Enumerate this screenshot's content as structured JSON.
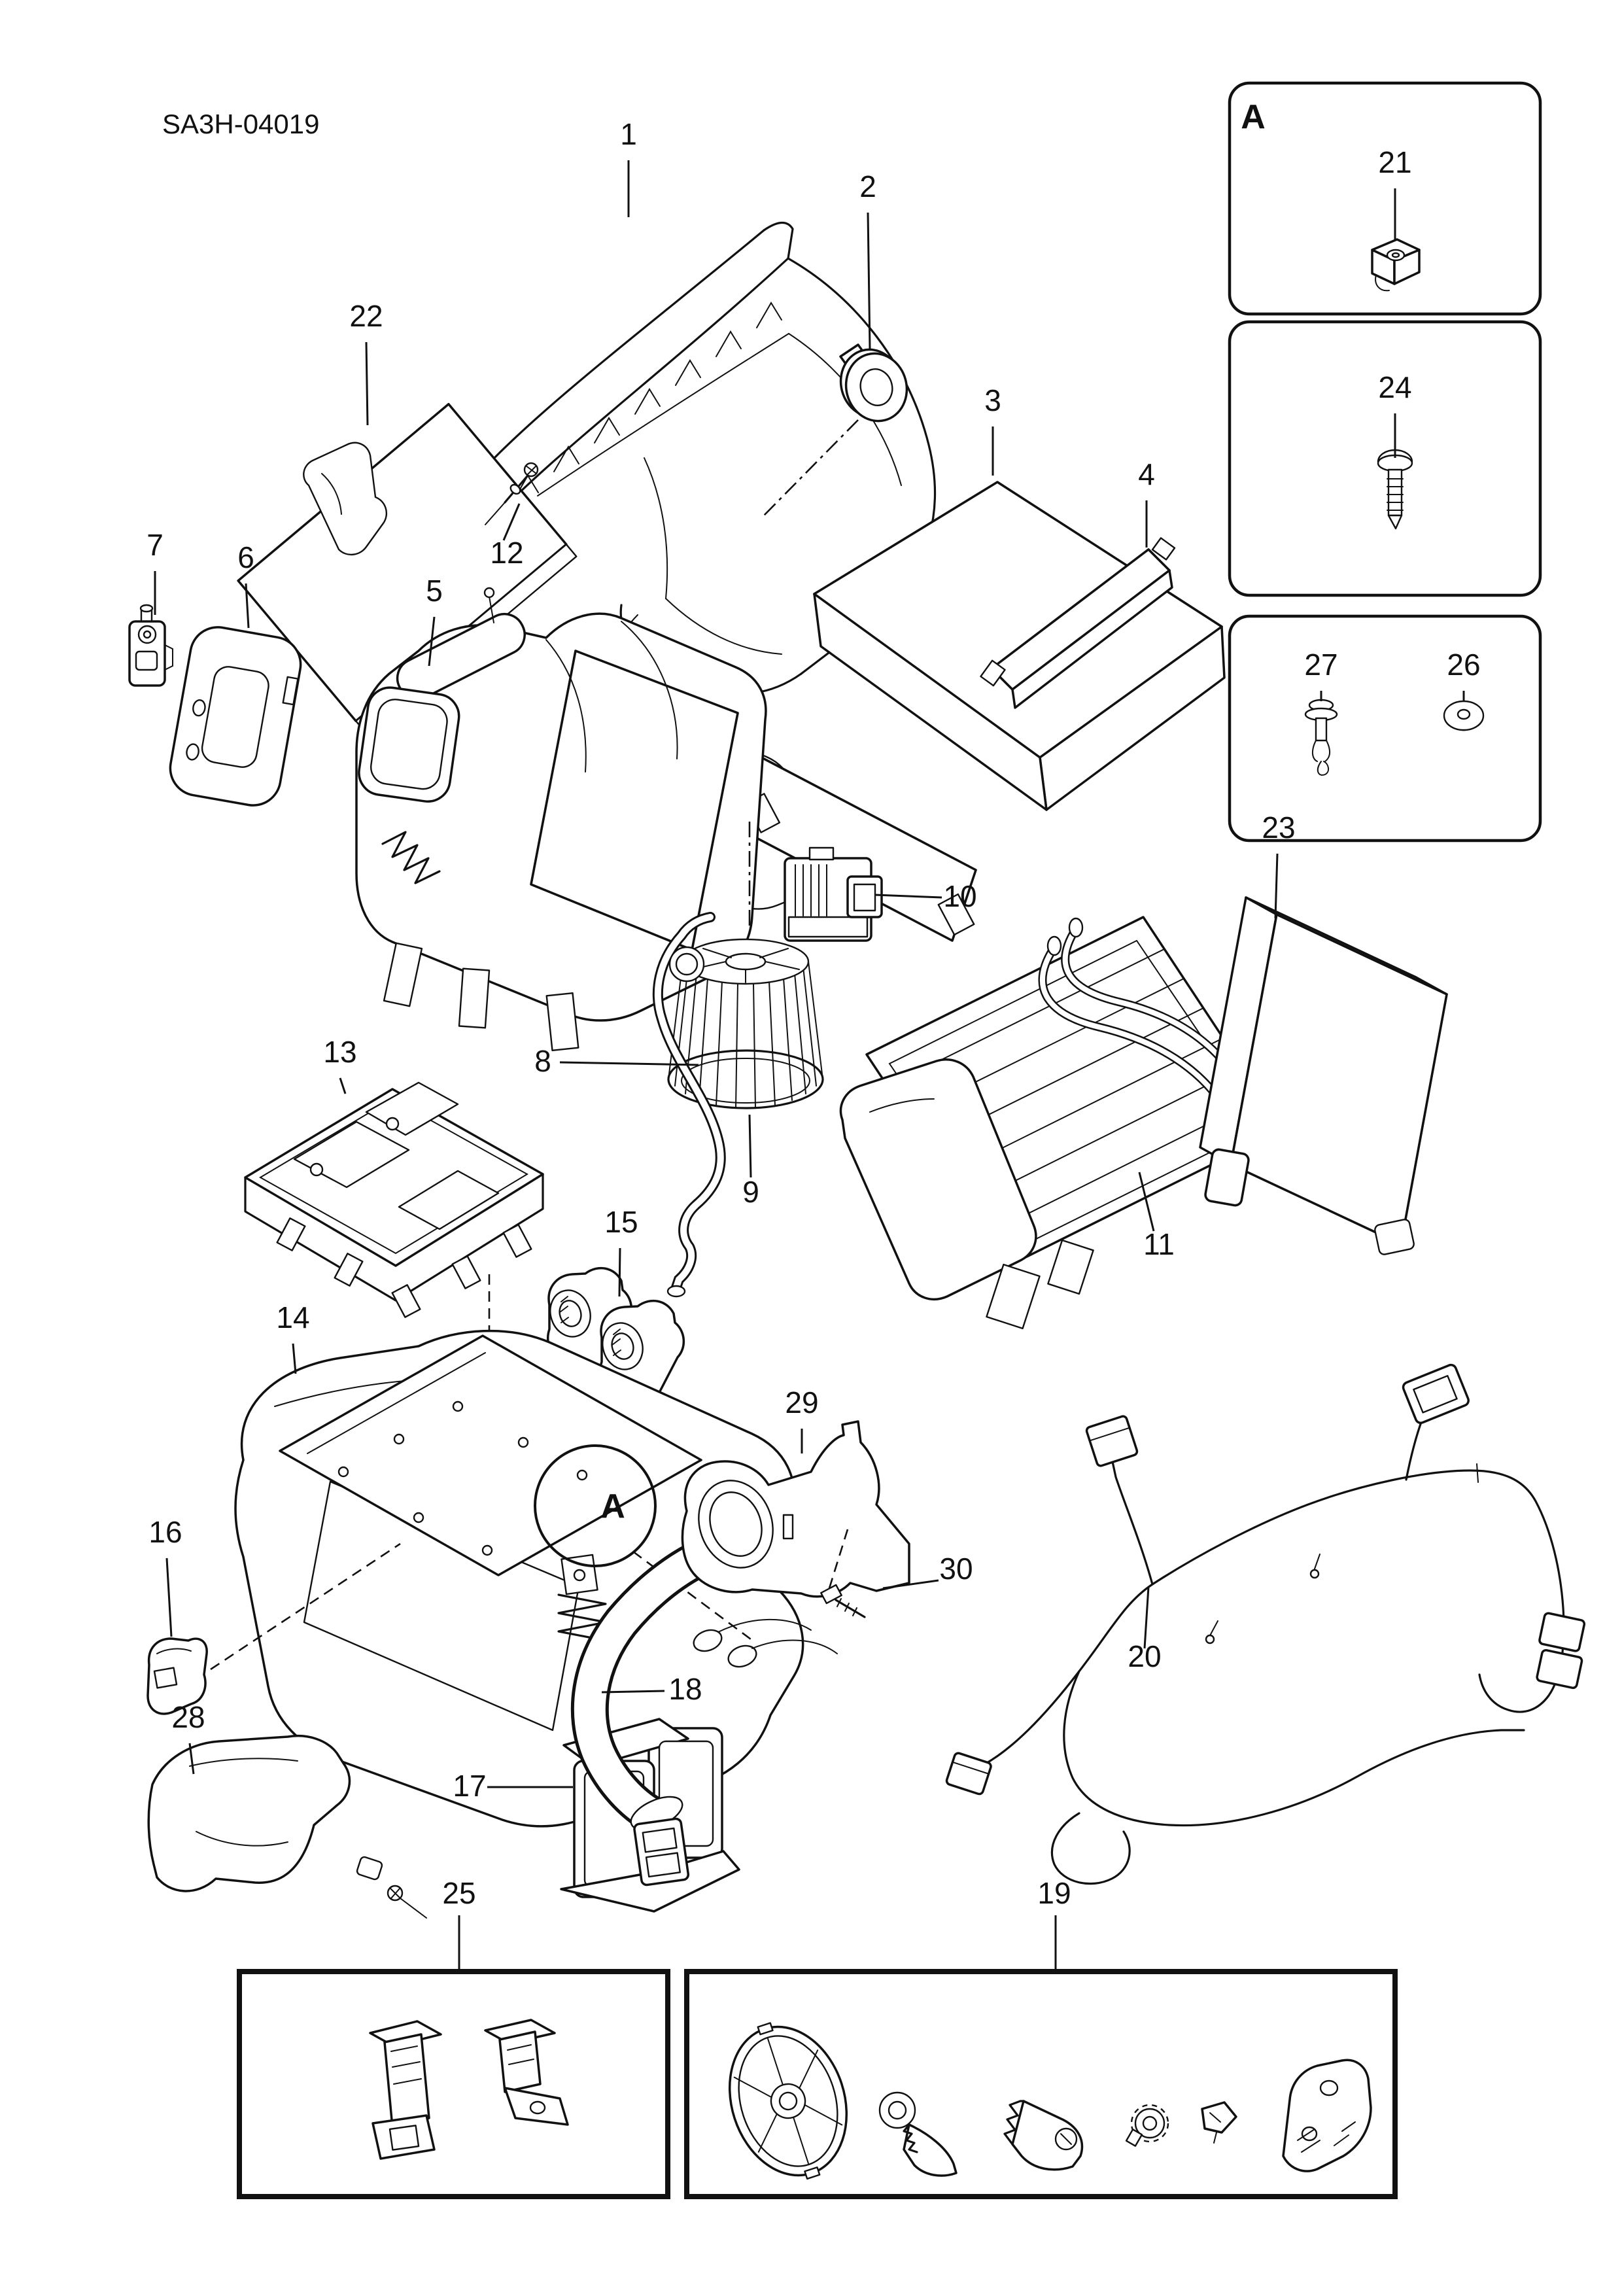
{
  "page": {
    "title_code": "SA3H-04019",
    "background": "#ffffff",
    "line_color": "#111111"
  },
  "markers": {
    "detail_circle": "A",
    "inset_box": "A"
  },
  "callouts": {
    "c1": "1",
    "c2": "2",
    "c3": "3",
    "c4": "4",
    "c5": "5",
    "c6": "6",
    "c7": "7",
    "c8": "8",
    "c9": "9",
    "c10": "10",
    "c11": "11",
    "c12": "12",
    "c13": "13",
    "c14": "14",
    "c15": "15",
    "c16": "16",
    "c17": "17",
    "c18": "18",
    "c19": "19",
    "c20": "20",
    "c21": "21",
    "c22": "22",
    "c23": "23",
    "c24": "24",
    "c25": "25",
    "c26": "26",
    "c27": "27",
    "c28": "28",
    "c29": "29",
    "c30": "30"
  }
}
